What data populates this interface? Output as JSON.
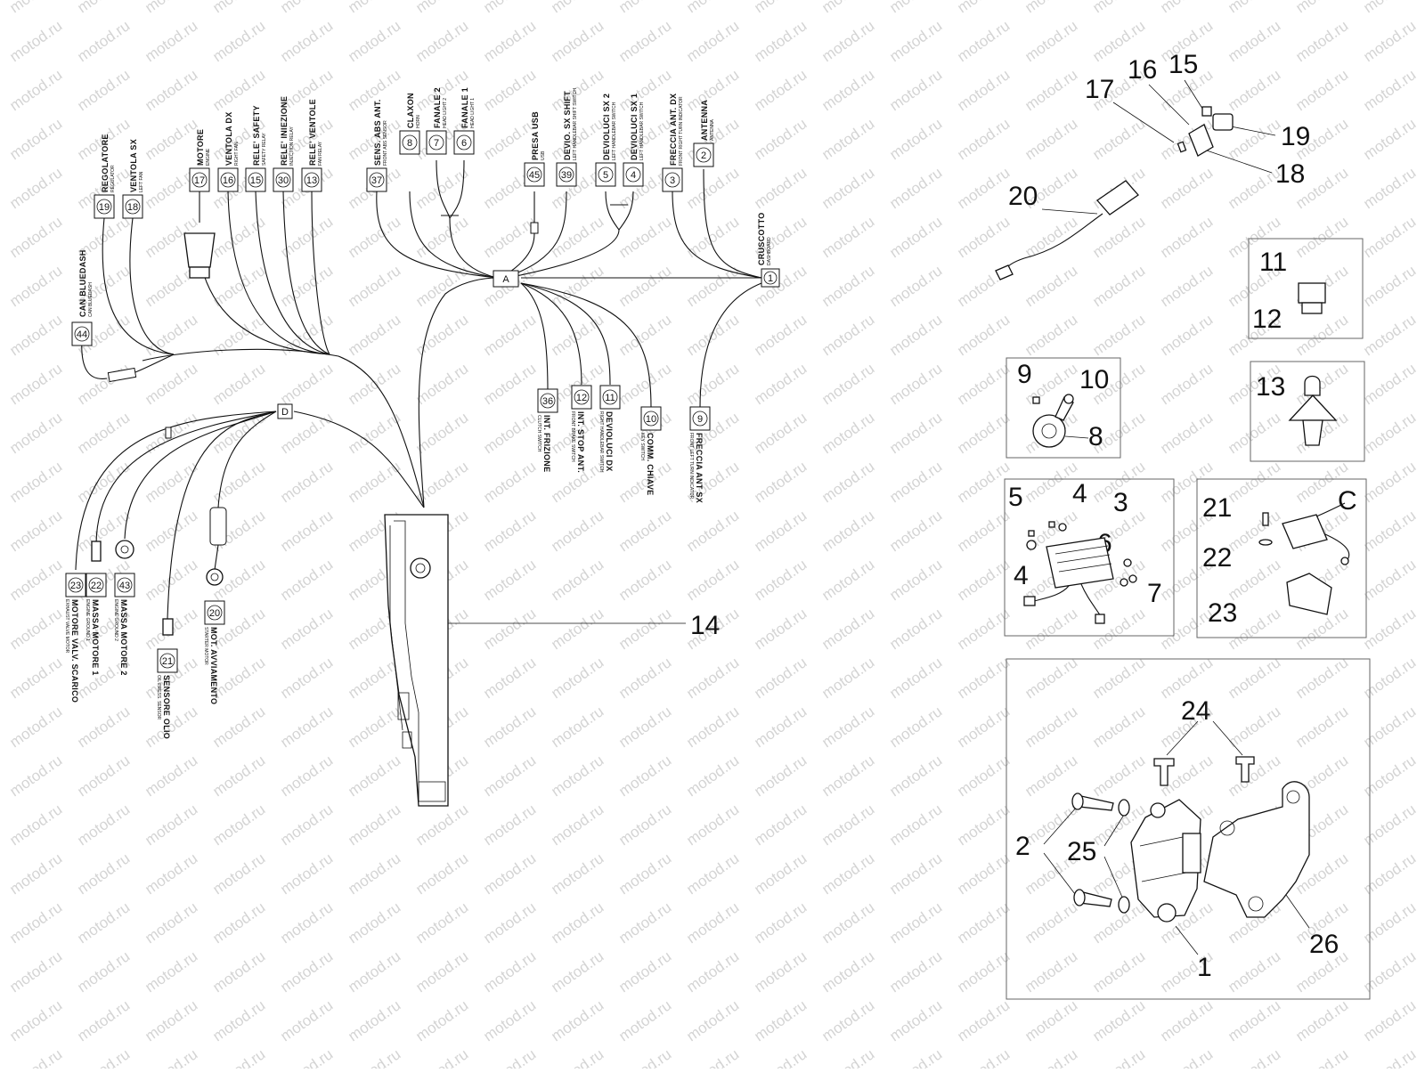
{
  "watermark": "motod.ru",
  "harness": {
    "hubs": [
      {
        "id": "A",
        "label": "A"
      },
      {
        "id": "D",
        "label": "D"
      },
      {
        "id": "dash",
        "label": "1",
        "name": "CRUSCOTTO",
        "sub": "DASHBOARD"
      }
    ],
    "connectors_top": [
      {
        "num": "19",
        "name": "REGOLATORE",
        "sub": "REGULATOR"
      },
      {
        "num": "18",
        "name": "VENTOLA SX",
        "sub": "LEFT FAN"
      },
      {
        "num": "17",
        "name": "MOTORE",
        "sub": "ENGINE"
      },
      {
        "num": "16",
        "name": "VENTOLA DX",
        "sub": "RIGHT FAN"
      },
      {
        "num": "15",
        "name": "RELE' SAFETY",
        "sub": "SAFETY RELAY"
      },
      {
        "num": "30",
        "name": "RELE' INIEZIONE",
        "sub": "INJECTION RELAY"
      },
      {
        "num": "13",
        "name": "RELE' VENTOLE",
        "sub": "FAN RELAY"
      },
      {
        "num": "37",
        "name": "SENS. ABS ANT.",
        "sub": "FRONT ABS SENSOR"
      },
      {
        "num": "8",
        "name": "CLAXON",
        "sub": "HORN"
      },
      {
        "num": "7",
        "name": "FANALE 2",
        "sub": "HEAD LIGHT 2"
      },
      {
        "num": "6",
        "name": "FANALE 1",
        "sub": "HEAD LIGHT 1"
      },
      {
        "num": "45",
        "name": "PRESA USB",
        "sub": "USB"
      },
      {
        "num": "39",
        "name": "DEVIO. SX SHIFT",
        "sub": "LEFT HANDLEBAR SHIFT SWITCH"
      },
      {
        "num": "5",
        "name": "DEVIOLUCI SX 2",
        "sub": "LEFT HANDLEBAR SWITCH"
      },
      {
        "num": "4",
        "name": "DEVIOLUCI SX 1",
        "sub": "LEFT HANDLEBAR SWITCH"
      },
      {
        "num": "3",
        "name": "FRECCIA ANT. DX",
        "sub": "FRONT RIGHT TURN INDICATOR"
      },
      {
        "num": "2",
        "name": "ANTENNA",
        "sub": "ANTENNA"
      }
    ],
    "connectors_bottom": [
      {
        "num": "36",
        "name": "INT. FRIZIONE",
        "sub": "CLUTCH SWITCH"
      },
      {
        "num": "12",
        "name": "INT. STOP ANT.",
        "sub": "FRONT BRAKE SWITCH"
      },
      {
        "num": "11",
        "name": "DEVIOLUCI DX",
        "sub": "RIGHT HANDLEBAR SWITCH"
      },
      {
        "num": "10",
        "name": "COMM. CHIAVE",
        "sub": "KEY SWITCH"
      },
      {
        "num": "9",
        "name": "FRECCIA ANT SX",
        "sub": "FRONT LEFT TURN INDICATOR"
      }
    ],
    "connector_can": {
      "num": "44",
      "name": "CAN BLUEDASH",
      "sub": "CAN BLUEDASH"
    },
    "connectors_ground": [
      {
        "num": "23",
        "name": "MOTORE VALV. SCARICO",
        "sub": "EXHAUST VALVE MOTOR"
      },
      {
        "num": "22",
        "name": "MASSA MOTORE 1",
        "sub": "ENGINE GROUND 1"
      },
      {
        "num": "43",
        "name": "MASSA MOTORE 2",
        "sub": "ENGINE GROUND 2"
      },
      {
        "num": "21",
        "name": "SENSORE OLIO",
        "sub": "OIL PRESS. SENSOR"
      },
      {
        "num": "20",
        "name": "MOT. AVVIAMENTO",
        "sub": "STARTER MOTOR"
      }
    ],
    "main_callout": "14"
  },
  "callouts": {
    "usb_group": [
      "15",
      "16",
      "17",
      "18",
      "19",
      "20"
    ],
    "relay": [
      "11",
      "12"
    ],
    "clip": [
      "13"
    ],
    "horn": [
      "9",
      "10",
      "8"
    ],
    "regulator": [
      "5",
      "4",
      "3",
      "6",
      "4",
      "7"
    ],
    "sensor": [
      "21",
      "22",
      "23",
      "C"
    ],
    "ecu": [
      "24",
      "2",
      "25",
      "26",
      "1"
    ]
  }
}
